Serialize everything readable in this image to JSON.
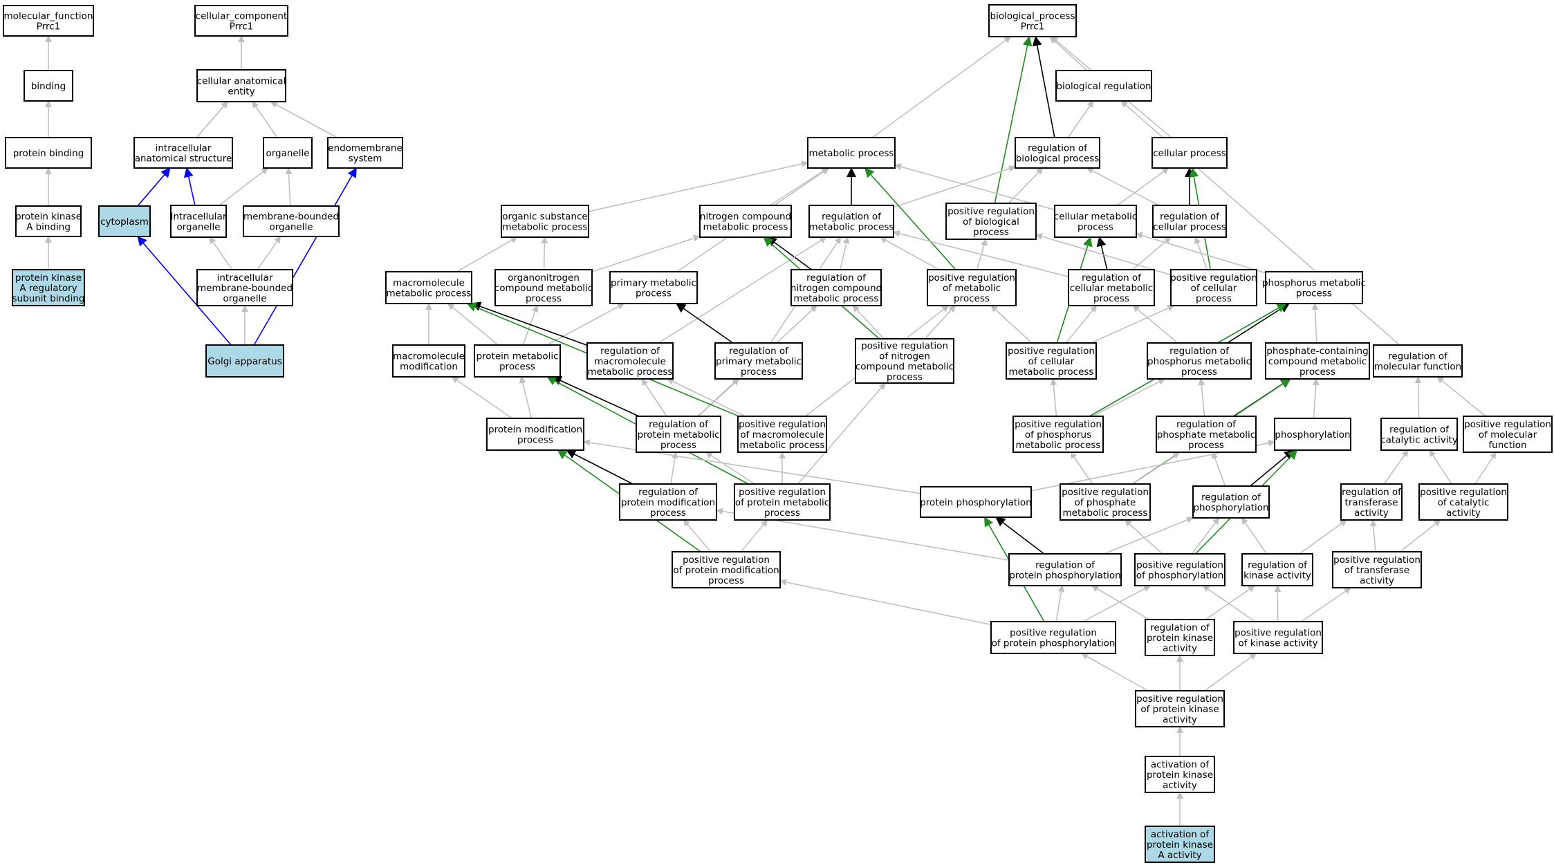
{
  "colors": {
    "is_a": "#c0c0c0",
    "regulates": "#000000",
    "positively_regulates": "#228b22",
    "part_of": "#0000ff",
    "highlight_fill": "#add8e6"
  },
  "nodes": [
    {
      "id": "mf",
      "lines": [
        "molecular_function",
        "Prrc1"
      ]
    },
    {
      "id": "binding",
      "lines": [
        "binding"
      ]
    },
    {
      "id": "pbind",
      "lines": [
        "protein binding"
      ]
    },
    {
      "id": "pkab",
      "lines": [
        "protein kinase",
        "A binding"
      ]
    },
    {
      "id": "pkarsb",
      "lines": [
        "protein kinase",
        "A regulatory",
        "subunit binding"
      ],
      "highlight": true
    },
    {
      "id": "cc",
      "lines": [
        "cellular_component",
        "Prrc1"
      ]
    },
    {
      "id": "cae",
      "lines": [
        "cellular anatomical",
        "entity"
      ]
    },
    {
      "id": "ias",
      "lines": [
        "intracellular",
        "anatomical structure"
      ]
    },
    {
      "id": "organelle",
      "lines": [
        "organelle"
      ]
    },
    {
      "id": "endo",
      "lines": [
        "endomembrane",
        "system"
      ]
    },
    {
      "id": "cyto",
      "lines": [
        "cytoplasm"
      ],
      "highlight": true
    },
    {
      "id": "io",
      "lines": [
        "intracellular",
        "organelle"
      ]
    },
    {
      "id": "mbo",
      "lines": [
        "membrane-bounded",
        "organelle"
      ]
    },
    {
      "id": "imbo",
      "lines": [
        "intracellular",
        "membrane-bounded",
        "organelle"
      ]
    },
    {
      "id": "golgi",
      "lines": [
        "Golgi apparatus"
      ],
      "highlight": true
    },
    {
      "id": "bp",
      "lines": [
        "biological_process",
        "Prrc1"
      ]
    },
    {
      "id": "breg",
      "lines": [
        "biological regulation"
      ]
    },
    {
      "id": "metab",
      "lines": [
        "metabolic process"
      ]
    },
    {
      "id": "rbp",
      "lines": [
        "regulation of",
        "biological process"
      ]
    },
    {
      "id": "cellp",
      "lines": [
        "cellular process"
      ]
    },
    {
      "id": "osmp",
      "lines": [
        "organic substance",
        "metabolic process"
      ]
    },
    {
      "id": "ncmp",
      "lines": [
        "nitrogen compound",
        "metabolic process"
      ]
    },
    {
      "id": "rmp",
      "lines": [
        "regulation of",
        "metabolic process"
      ]
    },
    {
      "id": "prbp",
      "lines": [
        "positive regulation",
        "of biological",
        "process"
      ]
    },
    {
      "id": "cmp",
      "lines": [
        "cellular metabolic",
        "process"
      ]
    },
    {
      "id": "rcp",
      "lines": [
        "regulation of",
        "cellular process"
      ]
    },
    {
      "id": "mmp",
      "lines": [
        "macromolecule",
        "metabolic process"
      ]
    },
    {
      "id": "oncmp",
      "lines": [
        "organonitrogen",
        "compound metabolic",
        "process"
      ]
    },
    {
      "id": "pmp",
      "lines": [
        "primary metabolic",
        "process"
      ]
    },
    {
      "id": "rncmp",
      "lines": [
        "regulation of",
        "nitrogen compound",
        "metabolic process"
      ]
    },
    {
      "id": "prmp",
      "lines": [
        "positive regulation",
        "of metabolic",
        "process"
      ]
    },
    {
      "id": "rcmp",
      "lines": [
        "regulation of",
        "cellular metabolic",
        "process"
      ]
    },
    {
      "id": "prcp",
      "lines": [
        "positive regulation",
        "of cellular",
        "process"
      ]
    },
    {
      "id": "phmp",
      "lines": [
        "phosphorus metabolic",
        "process"
      ]
    },
    {
      "id": "mm",
      "lines": [
        "macromolecule",
        "modification"
      ]
    },
    {
      "id": "protmp",
      "lines": [
        "protein metabolic",
        "process"
      ]
    },
    {
      "id": "rmmp",
      "lines": [
        "regulation of",
        "macromolecule",
        "metabolic process"
      ]
    },
    {
      "id": "rpmp",
      "lines": [
        "regulation of",
        "primary metabolic",
        "process"
      ]
    },
    {
      "id": "prncmp",
      "lines": [
        "positive regulation",
        "of nitrogen",
        "compound metabolic",
        "process"
      ]
    },
    {
      "id": "prcmp",
      "lines": [
        "positive regulation",
        "of cellular",
        "metabolic process"
      ]
    },
    {
      "id": "rphmp",
      "lines": [
        "regulation of",
        "phosphorus metabolic",
        "process"
      ]
    },
    {
      "id": "pccmp",
      "lines": [
        "phosphate-containing",
        "compound metabolic",
        "process"
      ]
    },
    {
      "id": "rmf",
      "lines": [
        "regulation of",
        "molecular function"
      ]
    },
    {
      "id": "pmodp",
      "lines": [
        "protein modification",
        "process"
      ]
    },
    {
      "id": "rprotmp",
      "lines": [
        "regulation of",
        "protein metabolic",
        "process"
      ]
    },
    {
      "id": "prmmp",
      "lines": [
        "positive regulation",
        "of macromolecule",
        "metabolic process"
      ]
    },
    {
      "id": "prphmp",
      "lines": [
        "positive regulation",
        "of phosphorus",
        "metabolic process"
      ]
    },
    {
      "id": "rphatmp",
      "lines": [
        "regulation of",
        "phosphate metabolic",
        "process"
      ]
    },
    {
      "id": "phos",
      "lines": [
        "phosphorylation"
      ]
    },
    {
      "id": "rca",
      "lines": [
        "regulation of",
        "catalytic activity"
      ]
    },
    {
      "id": "prmf",
      "lines": [
        "positive regulation",
        "of molecular",
        "function"
      ]
    },
    {
      "id": "rpmodp",
      "lines": [
        "regulation of",
        "protein modification",
        "process"
      ]
    },
    {
      "id": "prprotmp",
      "lines": [
        "positive regulation",
        "of protein metabolic",
        "process"
      ]
    },
    {
      "id": "pphos",
      "lines": [
        "protein phosphorylation"
      ]
    },
    {
      "id": "prphatmp",
      "lines": [
        "positive regulation",
        "of phosphate",
        "metabolic process"
      ]
    },
    {
      "id": "rphos",
      "lines": [
        "regulation of",
        "phosphorylation"
      ]
    },
    {
      "id": "rta",
      "lines": [
        "regulation of",
        "transferase",
        "activity"
      ]
    },
    {
      "id": "prca",
      "lines": [
        "positive regulation",
        "of catalytic",
        "activity"
      ]
    },
    {
      "id": "rpphos",
      "lines": [
        "regulation of",
        "protein phosphorylation"
      ]
    },
    {
      "id": "prphos",
      "lines": [
        "positive regulation",
        "of phosphorylation"
      ]
    },
    {
      "id": "rka",
      "lines": [
        "regulation of",
        "kinase activity"
      ]
    },
    {
      "id": "prta",
      "lines": [
        "positive regulation",
        "of transferase",
        "activity"
      ]
    },
    {
      "id": "prpmodp",
      "lines": [
        "positive regulation",
        "of protein modification",
        "process"
      ]
    },
    {
      "id": "prpphos",
      "lines": [
        "positive regulation",
        "of protein phosphorylation"
      ]
    },
    {
      "id": "rpka",
      "lines": [
        "regulation of",
        "protein kinase",
        "activity"
      ]
    },
    {
      "id": "prka",
      "lines": [
        "positive regulation",
        "of kinase activity"
      ]
    },
    {
      "id": "prpka",
      "lines": [
        "positive regulation",
        "of protein kinase",
        "activity"
      ]
    },
    {
      "id": "apka",
      "lines": [
        "activation of",
        "protein kinase",
        "activity"
      ]
    },
    {
      "id": "apkaa",
      "lines": [
        "activation of",
        "protein kinase",
        "A activity"
      ],
      "highlight": true
    }
  ],
  "edges": [
    [
      "binding",
      "mf",
      "is_a"
    ],
    [
      "pbind",
      "binding",
      "is_a"
    ],
    [
      "pkab",
      "pbind",
      "is_a"
    ],
    [
      "pkarsb",
      "pkab",
      "is_a"
    ],
    [
      "cae",
      "cc",
      "is_a"
    ],
    [
      "ias",
      "cae",
      "is_a"
    ],
    [
      "organelle",
      "cae",
      "is_a"
    ],
    [
      "endo",
      "cae",
      "is_a"
    ],
    [
      "cyto",
      "cae",
      "is_a"
    ],
    [
      "cyto",
      "ias",
      "part_of"
    ],
    [
      "io",
      "ias",
      "part_of"
    ],
    [
      "io",
      "organelle",
      "is_a"
    ],
    [
      "mbo",
      "organelle",
      "is_a"
    ],
    [
      "imbo",
      "io",
      "is_a"
    ],
    [
      "imbo",
      "mbo",
      "is_a"
    ],
    [
      "golgi",
      "imbo",
      "is_a"
    ],
    [
      "golgi",
      "cyto",
      "part_of"
    ],
    [
      "golgi",
      "endo",
      "part_of"
    ],
    [
      "breg",
      "bp",
      "is_a"
    ],
    [
      "metab",
      "bp",
      "is_a"
    ],
    [
      "cellp",
      "bp",
      "is_a"
    ],
    [
      "rbp",
      "breg",
      "is_a"
    ],
    [
      "rbp",
      "bp",
      "regulates"
    ],
    [
      "prbp",
      "bp",
      "positively_regulates"
    ],
    [
      "prbp",
      "rbp",
      "is_a"
    ],
    [
      "osmp",
      "metab",
      "is_a"
    ],
    [
      "ncmp",
      "metab",
      "is_a"
    ],
    [
      "rmp",
      "metab",
      "regulates"
    ],
    [
      "rmp",
      "rbp",
      "is_a"
    ],
    [
      "cmp",
      "metab",
      "is_a"
    ],
    [
      "cmp",
      "cellp",
      "is_a"
    ],
    [
      "rcp",
      "cellp",
      "regulates"
    ],
    [
      "rcp",
      "rbp",
      "is_a"
    ],
    [
      "mmp",
      "osmp",
      "is_a"
    ],
    [
      "oncmp",
      "osmp",
      "is_a"
    ],
    [
      "oncmp",
      "ncmp",
      "is_a"
    ],
    [
      "pmp",
      "metab",
      "is_a"
    ],
    [
      "rncmp",
      "ncmp",
      "regulates"
    ],
    [
      "rncmp",
      "rmp",
      "is_a"
    ],
    [
      "prmp",
      "metab",
      "positively_regulates"
    ],
    [
      "prmp",
      "rmp",
      "is_a"
    ],
    [
      "prmp",
      "prbp",
      "is_a"
    ],
    [
      "rcmp",
      "cmp",
      "regulates"
    ],
    [
      "rcmp",
      "rmp",
      "is_a"
    ],
    [
      "rcmp",
      "rcp",
      "is_a"
    ],
    [
      "prcp",
      "cellp",
      "positively_regulates"
    ],
    [
      "prcp",
      "rcp",
      "is_a"
    ],
    [
      "prcp",
      "prbp",
      "is_a"
    ],
    [
      "phmp",
      "cmp",
      "is_a"
    ],
    [
      "mm",
      "mmp",
      "is_a"
    ],
    [
      "protmp",
      "mmp",
      "is_a"
    ],
    [
      "protmp",
      "oncmp",
      "is_a"
    ],
    [
      "protmp",
      "pmp",
      "is_a"
    ],
    [
      "rmmp",
      "mmp",
      "regulates"
    ],
    [
      "rmmp",
      "rmp",
      "is_a"
    ],
    [
      "rpmp",
      "pmp",
      "regulates"
    ],
    [
      "rpmp",
      "rmp",
      "is_a"
    ],
    [
      "prncmp",
      "ncmp",
      "positively_regulates"
    ],
    [
      "prncmp",
      "rncmp",
      "is_a"
    ],
    [
      "prncmp",
      "prmp",
      "is_a"
    ],
    [
      "prcmp",
      "cmp",
      "positively_regulates"
    ],
    [
      "prcmp",
      "rcmp",
      "is_a"
    ],
    [
      "prcmp",
      "prmp",
      "is_a"
    ],
    [
      "prcmp",
      "prcp",
      "is_a"
    ],
    [
      "rphmp",
      "phmp",
      "regulates"
    ],
    [
      "rphmp",
      "rcmp",
      "is_a"
    ],
    [
      "pccmp",
      "phmp",
      "is_a"
    ],
    [
      "rmf",
      "breg",
      "is_a"
    ],
    [
      "pmodp",
      "mm",
      "is_a"
    ],
    [
      "pmodp",
      "protmp",
      "is_a"
    ],
    [
      "rprotmp",
      "protmp",
      "regulates"
    ],
    [
      "rprotmp",
      "rmmp",
      "is_a"
    ],
    [
      "rprotmp",
      "rpmp",
      "is_a"
    ],
    [
      "rprotmp",
      "rncmp",
      "is_a"
    ],
    [
      "prmmp",
      "mmp",
      "positively_regulates"
    ],
    [
      "prmmp",
      "rmmp",
      "is_a"
    ],
    [
      "prmmp",
      "prmp",
      "is_a"
    ],
    [
      "prphmp",
      "phmp",
      "positively_regulates"
    ],
    [
      "prphmp",
      "rphmp",
      "is_a"
    ],
    [
      "prphmp",
      "prcmp",
      "is_a"
    ],
    [
      "rphatmp",
      "pccmp",
      "regulates"
    ],
    [
      "rphatmp",
      "rphmp",
      "is_a"
    ],
    [
      "phos",
      "pccmp",
      "is_a"
    ],
    [
      "rca",
      "rmf",
      "is_a"
    ],
    [
      "prmf",
      "rmf",
      "is_a"
    ],
    [
      "rpmodp",
      "pmodp",
      "regulates"
    ],
    [
      "rpmodp",
      "rprotmp",
      "is_a"
    ],
    [
      "prprotmp",
      "protmp",
      "positively_regulates"
    ],
    [
      "prprotmp",
      "rprotmp",
      "is_a"
    ],
    [
      "prprotmp",
      "prmmp",
      "is_a"
    ],
    [
      "prprotmp",
      "prncmp",
      "is_a"
    ],
    [
      "pphos",
      "pmodp",
      "is_a"
    ],
    [
      "pphos",
      "phos",
      "is_a"
    ],
    [
      "prphatmp",
      "pccmp",
      "positively_regulates"
    ],
    [
      "prphatmp",
      "rphatmp",
      "is_a"
    ],
    [
      "prphatmp",
      "prphmp",
      "is_a"
    ],
    [
      "rphos",
      "phos",
      "regulates"
    ],
    [
      "rphos",
      "rphatmp",
      "is_a"
    ],
    [
      "rta",
      "rca",
      "is_a"
    ],
    [
      "prca",
      "rca",
      "is_a"
    ],
    [
      "prca",
      "prmf",
      "is_a"
    ],
    [
      "rpphos",
      "pphos",
      "regulates"
    ],
    [
      "rpphos",
      "rphos",
      "is_a"
    ],
    [
      "rpphos",
      "rpmodp",
      "is_a"
    ],
    [
      "prphos",
      "phos",
      "positively_regulates"
    ],
    [
      "prphos",
      "rphos",
      "is_a"
    ],
    [
      "prphos",
      "prphatmp",
      "is_a"
    ],
    [
      "rka",
      "rphos",
      "is_a"
    ],
    [
      "rka",
      "rta",
      "is_a"
    ],
    [
      "prta",
      "rta",
      "is_a"
    ],
    [
      "prta",
      "prca",
      "is_a"
    ],
    [
      "prpmodp",
      "pmodp",
      "positively_regulates"
    ],
    [
      "prpmodp",
      "rpmodp",
      "is_a"
    ],
    [
      "prpmodp",
      "prprotmp",
      "is_a"
    ],
    [
      "prpphos",
      "pphos",
      "positively_regulates"
    ],
    [
      "prpphos",
      "rpphos",
      "is_a"
    ],
    [
      "prpphos",
      "prphos",
      "is_a"
    ],
    [
      "prpphos",
      "prpmodp",
      "is_a"
    ],
    [
      "rpka",
      "rka",
      "is_a"
    ],
    [
      "rpka",
      "rpphos",
      "is_a"
    ],
    [
      "prka",
      "rka",
      "is_a"
    ],
    [
      "prka",
      "prta",
      "is_a"
    ],
    [
      "prka",
      "prphos",
      "is_a"
    ],
    [
      "prpka",
      "rpka",
      "is_a"
    ],
    [
      "prpka",
      "prka",
      "is_a"
    ],
    [
      "prpka",
      "prpphos",
      "is_a"
    ],
    [
      "apka",
      "prpka",
      "is_a"
    ],
    [
      "apkaa",
      "apka",
      "is_a"
    ]
  ]
}
